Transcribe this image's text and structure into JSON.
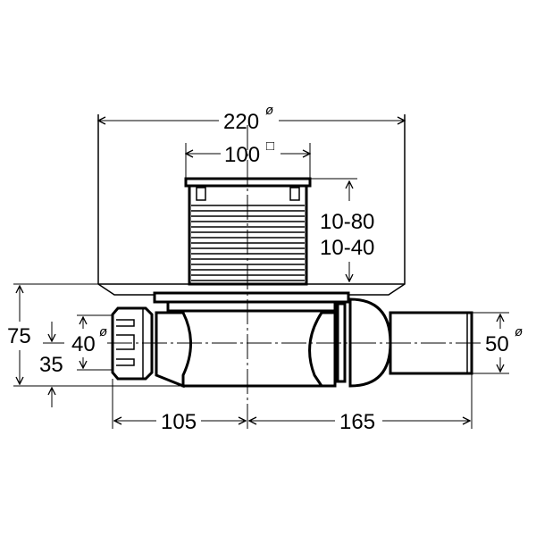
{
  "drawing": {
    "dimensions": {
      "plate_diameter": "220",
      "grate_size": "100",
      "height_range_1": "10-80",
      "height_range_2": "10-40",
      "total_height": "75",
      "outlet_height": "35",
      "inlet_diameter": "40",
      "outlet_diameter": "50",
      "left_length": "105",
      "right_length": "165"
    },
    "symbols": {
      "diameter": "ø",
      "square": "□"
    }
  }
}
